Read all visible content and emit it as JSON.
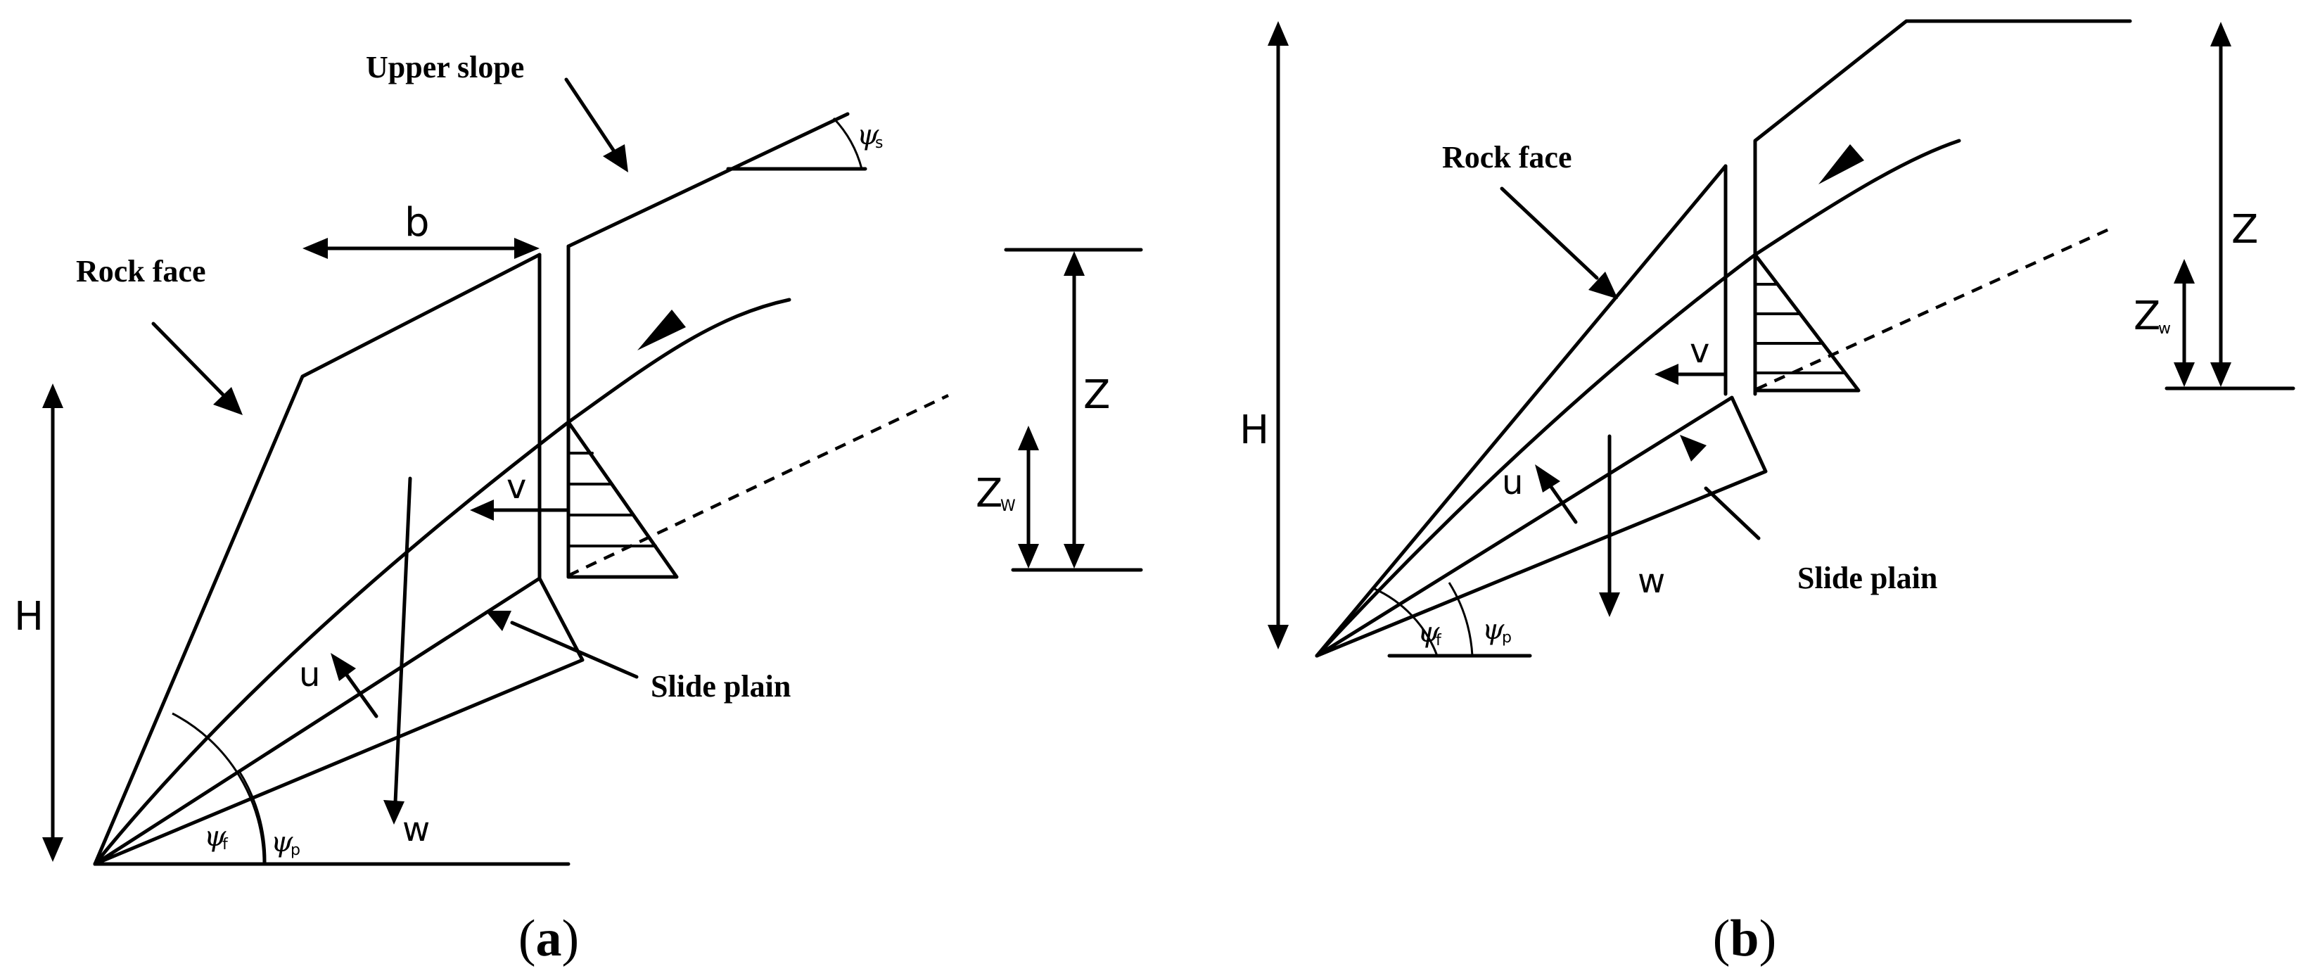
{
  "panel_a": {
    "labels": {
      "upper_slope": "Upper slope",
      "rock_face": "Rock face",
      "slide_plain": "Slide plain",
      "b": "b",
      "z": "Z",
      "zw": "Z",
      "zw_sub": "W",
      "h": "H",
      "v": "v",
      "u": "u",
      "w": "w",
      "psi_s": "ψ",
      "psi_s_sub": "s",
      "psi_f": "ψ",
      "psi_f_sub": "f",
      "psi_p": "ψ",
      "psi_p_sub": "p"
    },
    "caption": {
      "open": "(",
      "letter": "a",
      "close": ")"
    }
  },
  "panel_b": {
    "labels": {
      "rock_face": "Rock face",
      "slide_plain": "Slide plain",
      "z": "Z",
      "zw": "Z",
      "zw_sub": "w",
      "h": "H",
      "v": "v",
      "u": "u",
      "w": "w",
      "psi_f": "ψ",
      "psi_f_sub": "f",
      "psi_p": "ψ",
      "psi_p_sub": "p"
    },
    "caption": {
      "open": "(",
      "letter": "b",
      "close": ")"
    }
  }
}
